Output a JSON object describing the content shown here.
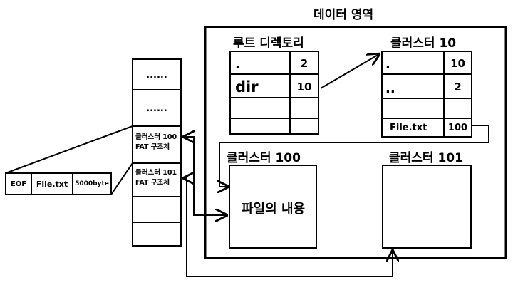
{
  "data_area": {
    "title": "데이터 영역"
  },
  "root_dir": {
    "title": "루트 디렉토리",
    "rows": [
      {
        "name": ".",
        "cluster": "2"
      },
      {
        "name": "dir",
        "cluster": "10"
      },
      {
        "name": "",
        "cluster": ""
      },
      {
        "name": "",
        "cluster": ""
      }
    ]
  },
  "cluster_10": {
    "title": "클러스터 10",
    "rows": [
      {
        "name": ".",
        "cluster": "10"
      },
      {
        "name": "..",
        "cluster": "2"
      },
      {
        "name": "",
        "cluster": ""
      },
      {
        "name": "File.txt",
        "cluster": "100"
      }
    ]
  },
  "cluster_100": {
    "title": "클러스터 100",
    "content": "파일의 내용"
  },
  "cluster_101": {
    "title": "클러스터 101"
  },
  "fat_table": {
    "rows": [
      {
        "line1": "......",
        "line2": ""
      },
      {
        "line1": "......",
        "line2": ""
      },
      {
        "line1": "클러스터 100",
        "line2": "FAT 구조체"
      },
      {
        "line1": "클러스터 101",
        "line2": "FAT 구조체"
      },
      {
        "line1": "",
        "line2": ""
      },
      {
        "line1": "",
        "line2": ""
      }
    ]
  },
  "fat_entry": {
    "fields": [
      "EOF",
      "File.txt",
      "5000byte"
    ]
  }
}
